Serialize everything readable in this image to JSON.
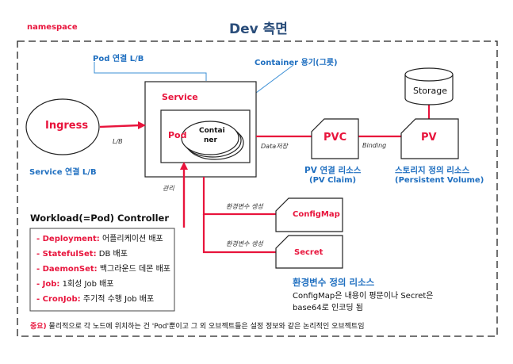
{
  "namespace": "namespace",
  "title": "Dev 측면",
  "pod_lb": "Pod 연결 L/B",
  "container_note": "Container 용기(그릇)",
  "ingress": "Ingress",
  "service_lb": "Service 연결 L/B",
  "lb_edge": "L/B",
  "service": "Service",
  "pod": "Pod",
  "container_line1": "Contai",
  "container_line2": "ner",
  "data_edge": "Data저장",
  "pvc": "PVC",
  "binding_edge": "Binding",
  "pv": "PV",
  "storage": "Storage",
  "pvc_desc_line1": "PV 연결 리소스",
  "pvc_desc_line2": "(PV Claim)",
  "pv_desc_line1": "스토리지 정의 리소스",
  "pv_desc_line2": "(Persistent Volume)",
  "manage_edge": "관리",
  "env_edge_1": "환경변수 생성",
  "env_edge_2": "환경변수 생성",
  "configmap": "ConfigMap",
  "secret": "Secret",
  "workload_title": "Workload(=Pod) Controller",
  "workload_items": [
    {
      "key": "- Deployment:",
      "text": " 어플리케이션 배포"
    },
    {
      "key": "- StatefulSet:",
      "text": " DB 배포"
    },
    {
      "key": "- DaemonSet:",
      "text": " 백그라운드 데몬 배포"
    },
    {
      "key": "- Job:",
      "text": " 1회성 Job 배포"
    },
    {
      "key": "- CronJob:",
      "text": " 주기적 수행 Job 배포"
    }
  ],
  "env_desc_title": "환경변수 정의 리소스",
  "env_desc_line1": "ConfigMap은 내용이 평문이나 Secret은",
  "env_desc_line2": "base64로 인코딩 됨",
  "footer_prefix": "중요)",
  "footer_text": " 물리적으로 각 노드에 위치하는 건 'Pod'뿐이고 그 외 오브젝트들은 설정 정보와 같은 논리적인 오브젝트임",
  "colors": {
    "red": "#e8143c",
    "blue": "#1f6fc0",
    "navy": "#2a4d7a"
  }
}
